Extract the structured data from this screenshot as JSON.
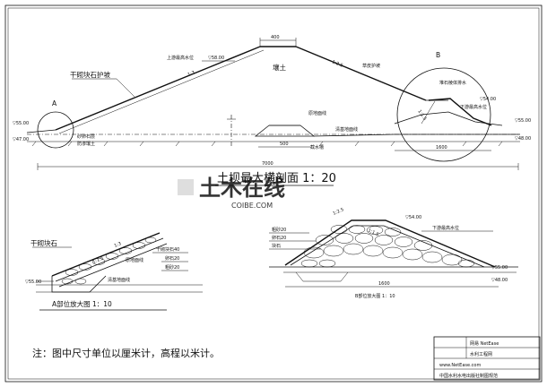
{
  "main": {
    "crest_width": "400",
    "ratio_upstream_main": "1:3",
    "ratio_downstream_main": "1:2.5",
    "ratio_downstream_toe": "1:1.5",
    "upstream_level_label": "上游最高水位",
    "upstream_level_value": "▽58.00",
    "fill_label": "壤土",
    "grass_label": "草皮护坡",
    "toe_label": "堆石棱体排水",
    "stone_label": "干砌块石护坡",
    "layer_label_1": "砂卵石层",
    "layer_label_2": "防渗壤土",
    "ground_label": "原地面线",
    "cleared_label": "清基地面线",
    "trench_label": "截水槽",
    "trench_width": "500",
    "toe_length": "1600",
    "total_width": "7000",
    "left_elev_1": "▽55.00",
    "left_elev_2": "▽47.00",
    "right_elev_1": "▽54.00",
    "right_elev_2": "▽55.00",
    "right_elev_3": "▽48.00",
    "downstream_level_label": "下游最高水位",
    "marker_a": "A",
    "marker_b": "B",
    "title": "土坝最大横剖面 1：20"
  },
  "detail_a": {
    "stone_label": "干砌块石",
    "ratio_1": "1:3",
    "ratio_2": "1:1.5",
    "layer_1": "干砌块石40",
    "layer_2": "卵石20",
    "layer_3": "粗砂20",
    "ground_label": "原地面线",
    "cleared_label": "清基地面线",
    "elev": "▽55.00",
    "title": "A部位放大图 1：10"
  },
  "detail_b": {
    "layer_1": "粗砂20",
    "layer_2": "卵石20",
    "layer_3": "块石",
    "ratio_1": "1:2.5",
    "ratio_2": "1:1.5",
    "elev_1": "▽54.00",
    "elev_2": "▽55.00",
    "elev_3": "▽48.00",
    "downstream_level_label": "下游最高水位",
    "length": "1600",
    "title": "B部位放大图 1：10"
  },
  "note": "注：图中尺寸单位以厘米计，高程以米计。",
  "title_block": {
    "brand": "网易 NetEase",
    "sub": "水利工程网",
    "line_1": "www.NetEase.com",
    "line_2": "中国水利水电出版社制图规范"
  },
  "watermark": {
    "text": "土木在线",
    "sub": "COIBE.COM"
  }
}
